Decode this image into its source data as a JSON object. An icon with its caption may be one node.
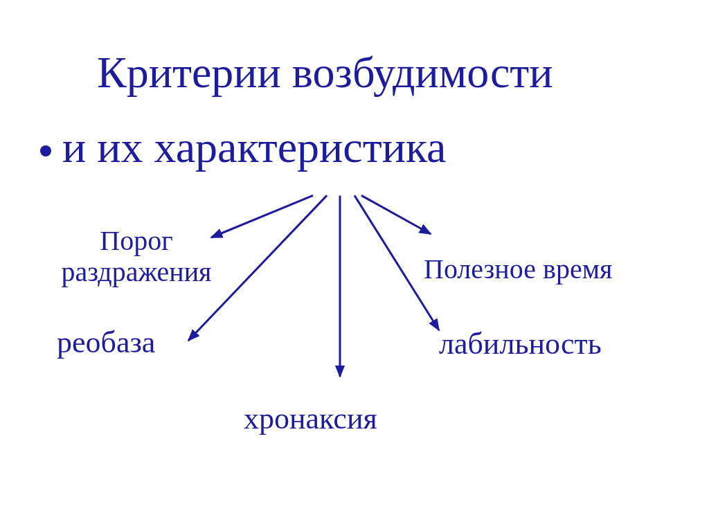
{
  "diagram": {
    "title": "Критерии возбудимости",
    "nodes": [
      {
        "text": [
          "и их характеристика"
        ]
      },
      {
        "text": [
          "Порог раздражения"
        ]
      },
      {
        "text": [
          "реобаза"
        ]
      },
      {
        "text": [
          "хронаксия"
        ]
      },
      {
        "text": [
          "Полезное время"
        ]
      },
      {
        "text": [
          "лабильность"
        ]
      }
    ],
    "edges": [
      {
        "from": 0,
        "to": 1,
        "arrow": "to"
      },
      {
        "from": 0,
        "to": 2,
        "arrow": "to"
      },
      {
        "from": 0,
        "to": 3,
        "arrow": "to"
      },
      {
        "from": 0,
        "to": 5,
        "arrow": "to"
      },
      {
        "from": 0,
        "to": 4,
        "arrow": "to"
      }
    ]
  }
}
